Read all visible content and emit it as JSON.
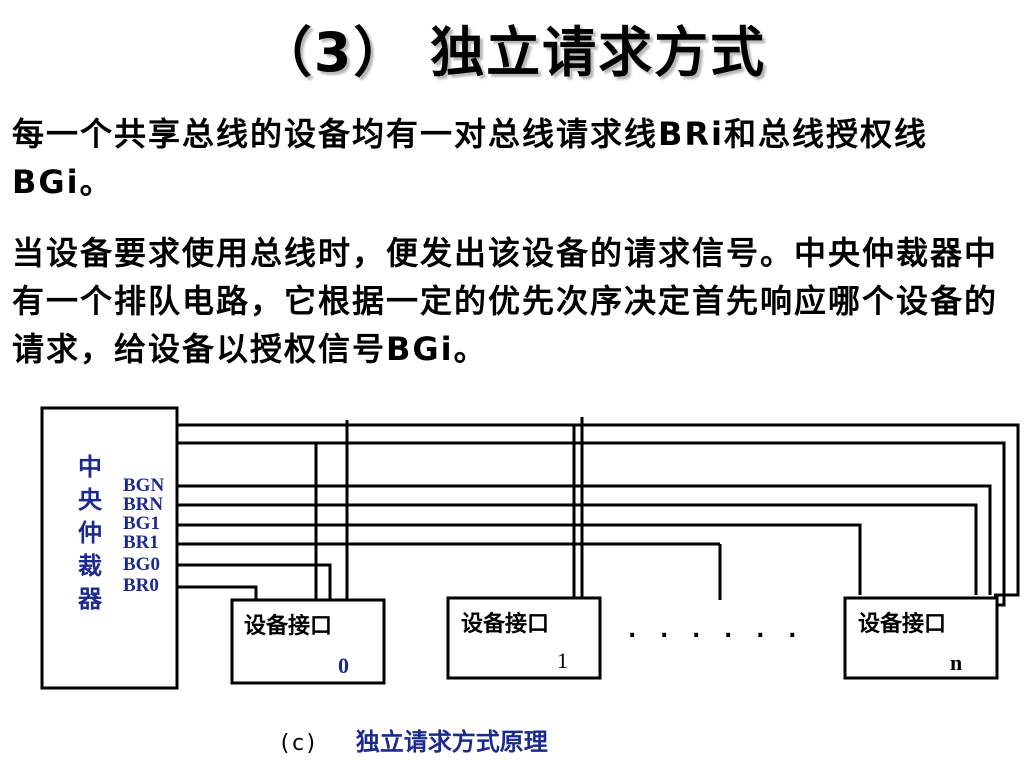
{
  "title": "（3） 独立请求方式",
  "paragraph1": "每一个共享总线的设备均有一对总线请求线BRi和总线授权线BGi。",
  "paragraph2": "当设备要求使用总线时，便发出该设备的请求信号。中央仲裁器中有一个排队电路，它根据一定的优先次序决定首先响应哪个设备的请求，给设备以授权信号BGi。",
  "diagram": {
    "arbiter_label": "中央仲裁器",
    "signals": [
      "BGN",
      "BRN",
      "BG1",
      "BR1",
      "BG0",
      "BR0"
    ],
    "devices": [
      {
        "label": "设备接口",
        "index": "0"
      },
      {
        "label": "设备接口",
        "index": "1"
      },
      {
        "label": "设备接口",
        "index": "n"
      }
    ],
    "ellipsis": ". . . . . ."
  },
  "caption": {
    "letter": "(c)",
    "text": "独立请求方式原理"
  },
  "colors": {
    "signal_text": "#1b2a8c",
    "line": "#000000"
  }
}
